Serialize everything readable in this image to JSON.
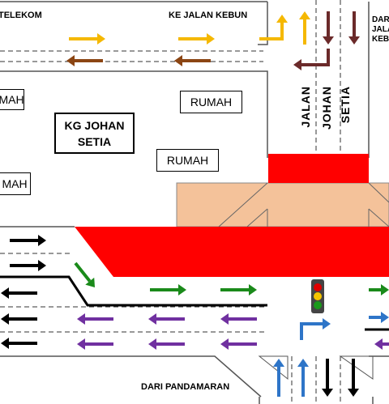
{
  "labels": {
    "telekom": "TELEKOM",
    "ke_jalan_kebun": "KE JALAN KEBUN",
    "dari_jalan_kebun": [
      "DAR",
      "JALA",
      "KEBU"
    ],
    "kg_johan_setia": [
      "KG JOHAN",
      "SETIA"
    ],
    "rumah": "RUMAH",
    "rumah_left_top": "MAH",
    "rumah_left_bottom": "MAH",
    "jalan_johan_setia": [
      "JALAN",
      "JOHAN",
      "SETIA"
    ],
    "dari_pandamaran": "DARI PANDAMARAN"
  },
  "colors": {
    "yellow_arrow": "#f5b800",
    "brown_arrow": "#8b4513",
    "maroon_arrow": "#6b2a2a",
    "green_arrow": "#1a8a1a",
    "purple_arrow": "#7030a0",
    "blue_arrow": "#2e75c8",
    "black_arrow": "#000000",
    "red_zone": "#ff0000",
    "tan_zone": "#f4c29a"
  },
  "icons": [
    "arrow-right-icon",
    "arrow-left-icon",
    "arrow-up-icon",
    "arrow-down-icon",
    "turn-left-arrow-icon",
    "turn-right-arrow-icon",
    "traffic-light-icon"
  ]
}
